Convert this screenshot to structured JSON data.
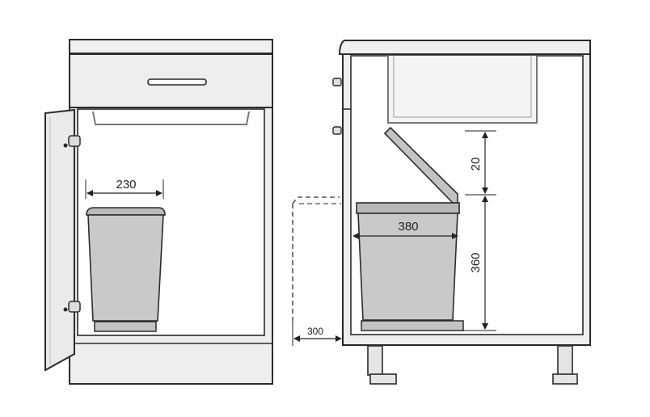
{
  "colors": {
    "outline": "#2b2b2b",
    "panel_face": "#f1f1f1",
    "panel_edge": "#d9d9d9",
    "bin_body": "#c9c9c9",
    "bin_lid": "#b8b8b8",
    "dimension_line": "#222222"
  },
  "dimensions": {
    "bin_width_front": "230",
    "bin_width_side": "380",
    "door_clearance": "300",
    "lid_gap": "20",
    "bin_height": "360"
  }
}
